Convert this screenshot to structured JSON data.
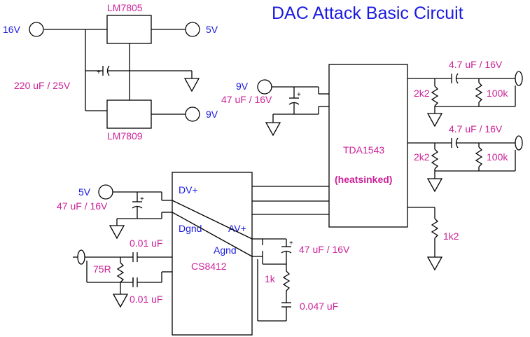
{
  "title": "DAC Attack Basic Circuit",
  "colors": {
    "label_blue": "#1a1ae0",
    "value_magenta": "#cc2299",
    "wire": "#000000"
  },
  "regulators": {
    "reg5_name": "LM7805",
    "reg9_name": "LM7809"
  },
  "chips": {
    "amp_name": "TDA1543",
    "amp_note": "(heatsinked)",
    "receiver_name": "CS8412"
  },
  "pins": {
    "dv": "DV+",
    "av": "AV+",
    "dgnd": "Dgnd",
    "agnd": "Agnd"
  },
  "terminals": {
    "in16": "16V",
    "out5": "5V",
    "out9": "9V",
    "amp_supply": "9V",
    "cs_supply": "5V"
  },
  "components": {
    "reg_cap": "220 uF / 25V",
    "amp_cap": "47 uF / 16V",
    "cs_cap": "47 uF / 16V",
    "out_cap_1": "4.7 uF / 16V",
    "out_cap_2": "4.7 uF / 16V",
    "out_shunt_1": "2k2",
    "out_shunt_2": "2k2",
    "out_load_1": "100k",
    "out_load_2": "100k",
    "amp_bias": "1k2",
    "in_cap_1": "0.01 uF",
    "in_cap_2": "0.01 uF",
    "in_term": "75R",
    "filter_cap": "47 uF / 16V",
    "filter_res": "1k",
    "filter_cap2": "0.047 uF"
  }
}
